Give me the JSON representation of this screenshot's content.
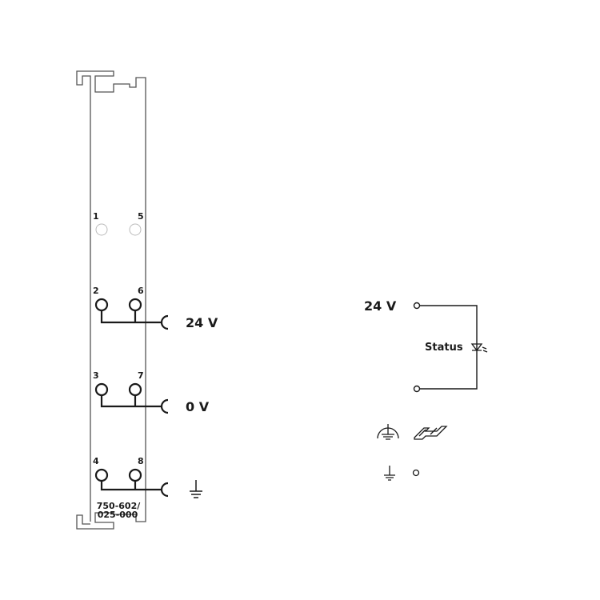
{
  "module": {
    "part_number_line1": "750-602/",
    "part_number_line2": "025-000",
    "terminals": [
      "1",
      "5",
      "2",
      "6",
      "3",
      "7",
      "4",
      "8"
    ],
    "supply_labels": {
      "plus": "24 V",
      "minus": "0 V"
    },
    "ground_icon": "ground-icon"
  },
  "schematic": {
    "supply_label": "24 V",
    "status_label": "Status",
    "led_icon": "led-icon",
    "icons": [
      "protective-earth-icon",
      "din-rail-icon",
      "ground-icon"
    ]
  },
  "colors": {
    "line": "#1a1a1a",
    "outline": "#555555",
    "unused": "#bbbbbb"
  }
}
